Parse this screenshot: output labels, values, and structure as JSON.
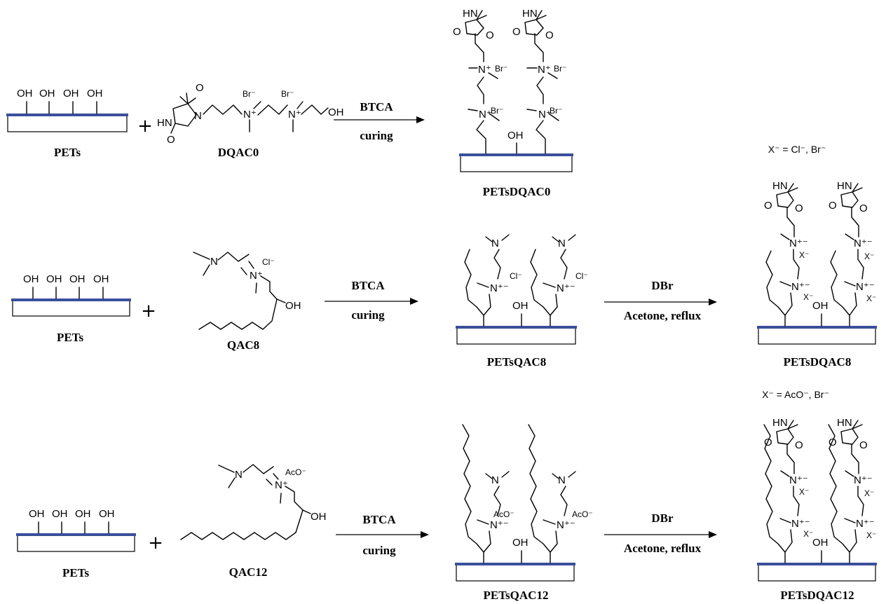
{
  "labels": {
    "pets_1": "PETs",
    "pets_2": "PETs",
    "pets_3": "PETs",
    "dqac0": "DQAC0",
    "qac8": "QAC8",
    "qac12": "QAC12",
    "petsdqac0": "PETsDQAC0",
    "petsqac8": "PETsQAC8",
    "petsqac12": "PETsQAC12",
    "petsdqac8": "PETsDQAC8",
    "petsdqac12": "PETsDQAC12"
  },
  "conditions": {
    "btca": "BTCA",
    "curing": "curing",
    "dbr": "DBr",
    "acetone": "Acetone, reflux"
  },
  "notes": {
    "x_row2": "X⁻ = Cl⁻, Br⁻",
    "x_row3": "X⁻ = AcO⁻, Br⁻"
  },
  "atoms": {
    "oh": "OH",
    "hn": "HN",
    "o": "O",
    "n": "N",
    "nplus": "N⁺",
    "nplus_minus": "N⁺⁻",
    "br": "Br⁻",
    "cl": "Cl⁻",
    "aco": "AcO⁻",
    "x": "X⁻",
    "plus": "+"
  }
}
